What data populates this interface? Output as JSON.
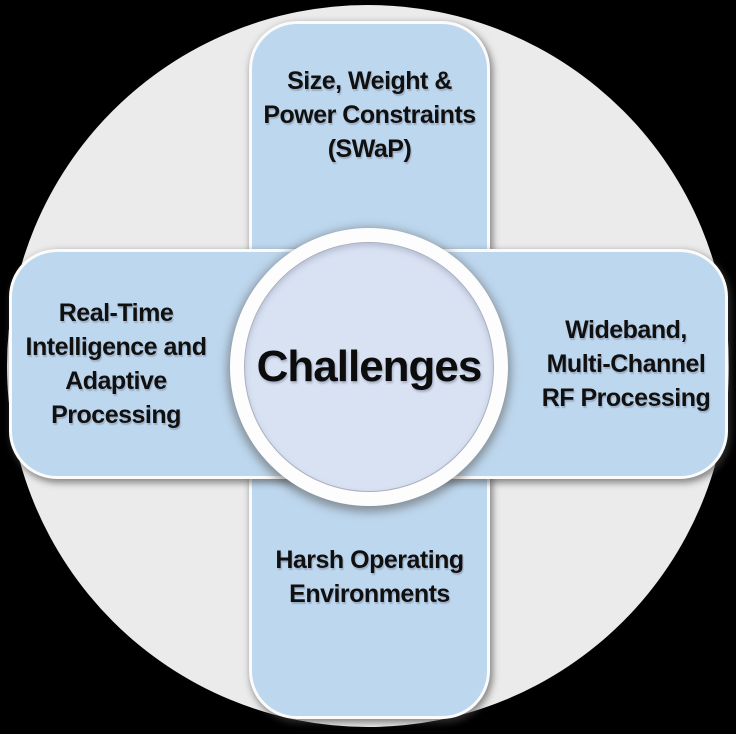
{
  "diagram": {
    "center": {
      "label": "Challenges"
    },
    "nodes": {
      "top": {
        "lines": [
          "Size, Weight &",
          "Power Constraints",
          "(SWaP)"
        ]
      },
      "right": {
        "lines": [
          "Wideband,",
          "Multi-Channel",
          "RF Processing"
        ]
      },
      "bottom": {
        "lines": [
          "Harsh Operating",
          "Environments"
        ]
      },
      "left": {
        "lines": [
          "Real-Time",
          "Intelligence and",
          "Adaptive",
          "Processing"
        ]
      }
    },
    "colors": {
      "page_background": "#000000",
      "outer_ring": "#ebebeb",
      "arm_fill": "#bdd7ee",
      "arm_outline": "#fbfbfb",
      "hub_ring": "#fdfdfd",
      "hub_fill": "#d9e2f3",
      "text": "#101010"
    }
  }
}
